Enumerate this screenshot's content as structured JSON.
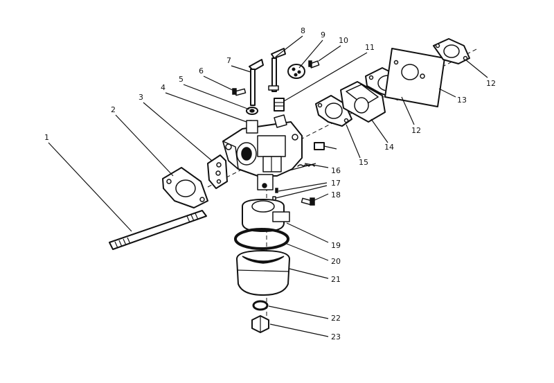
{
  "callouts": [
    {
      "id": "1",
      "label": "1"
    },
    {
      "id": "2",
      "label": "2"
    },
    {
      "id": "3",
      "label": "3"
    },
    {
      "id": "4",
      "label": "4"
    },
    {
      "id": "5",
      "label": "5"
    },
    {
      "id": "6",
      "label": "6"
    },
    {
      "id": "7",
      "label": "7"
    },
    {
      "id": "8",
      "label": "8"
    },
    {
      "id": "9",
      "label": "9"
    },
    {
      "id": "10",
      "label": "10"
    },
    {
      "id": "11",
      "label": "11"
    },
    {
      "id": "12a",
      "label": "12"
    },
    {
      "id": "12b",
      "label": "12"
    },
    {
      "id": "13",
      "label": "13"
    },
    {
      "id": "14",
      "label": "14"
    },
    {
      "id": "15",
      "label": "15"
    },
    {
      "id": "16",
      "label": "16"
    },
    {
      "id": "17",
      "label": "17"
    },
    {
      "id": "18",
      "label": "18"
    },
    {
      "id": "19",
      "label": "19"
    },
    {
      "id": "20",
      "label": "20"
    },
    {
      "id": "21",
      "label": "21"
    },
    {
      "id": "22",
      "label": "22"
    },
    {
      "id": "23",
      "label": "23"
    }
  ],
  "colors": {
    "ink": "#111111",
    "paper": "#ffffff"
  }
}
